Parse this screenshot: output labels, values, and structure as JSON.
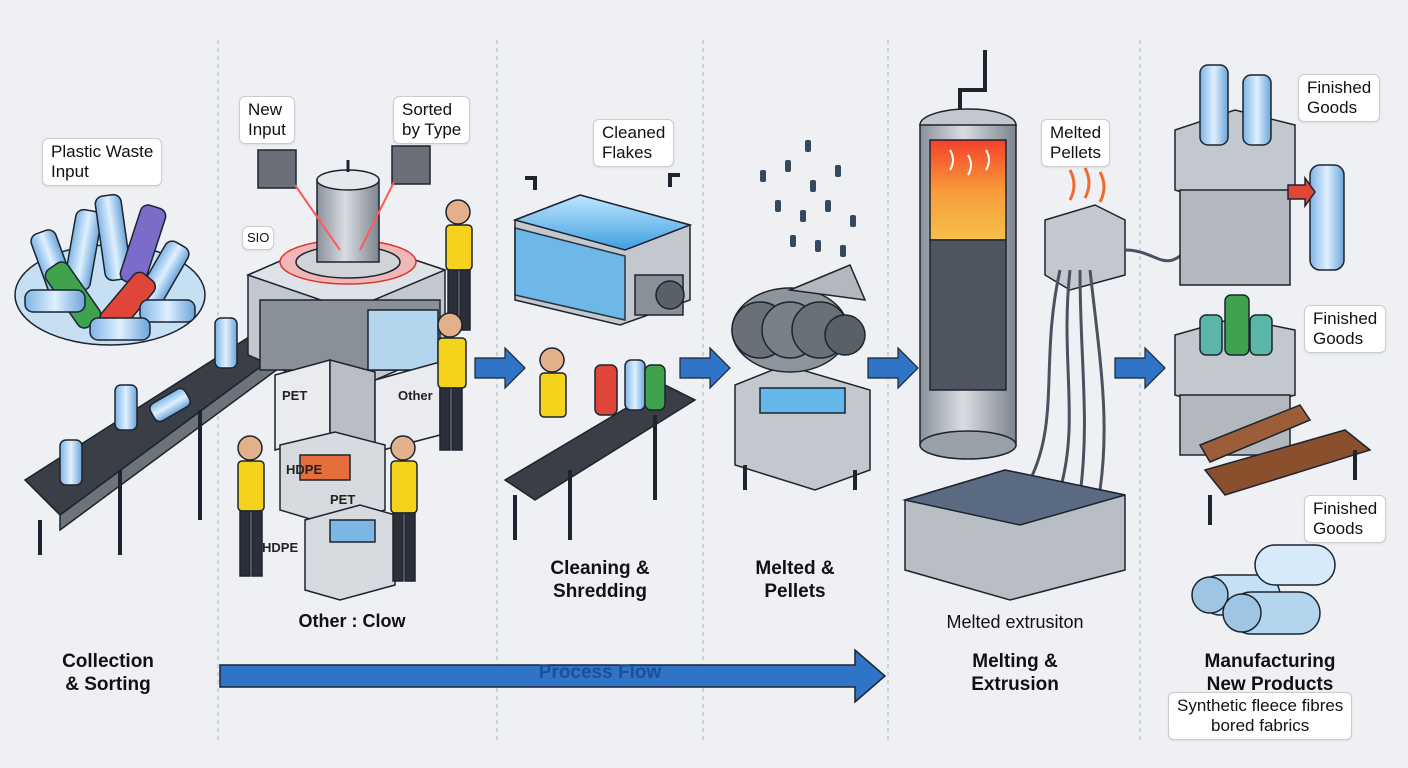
{
  "labels": {
    "plastic_waste_input": "Plastic Waste\nInput",
    "new_input": "New\nInput",
    "sorted_by_type": "Sorted\nby Type",
    "sio": "SIO",
    "cleaned_flakes": "Cleaned\nFlakes",
    "melted_pellets_tag": "Melted\nPellets",
    "finished_goods_1": "Finished\nGoods",
    "finished_goods_2": "Finished\nGoods",
    "finished_goods_3": "Finished\nGoods",
    "synthetic": "Synthetic fleece fibres\nbored fabrics"
  },
  "bins": {
    "pet_1": "PET",
    "other": "Other",
    "hdpe_1": "HDPE",
    "pet_2": "PET",
    "hdpe_2": "HDPE"
  },
  "stages": {
    "collection": "Collection\n& Sorting",
    "cleaning": "Cleaning &\nShredding",
    "melted": "Melted &\nPellets",
    "melting": "Melting &\nExtrusion",
    "manufacturing": "Manufacturing\nNew Products"
  },
  "captions": {
    "other_flow": "Other : Clow",
    "extrusion": "Melted extrusiton"
  },
  "process_flow": "Process Flow",
  "colors": {
    "arrow_blue": "#2f74c7",
    "machine_gray": "#a7adb5",
    "hot_orange": "#f06a2a",
    "water_blue": "#58b4ea",
    "vest_yellow": "#f5d21c"
  }
}
